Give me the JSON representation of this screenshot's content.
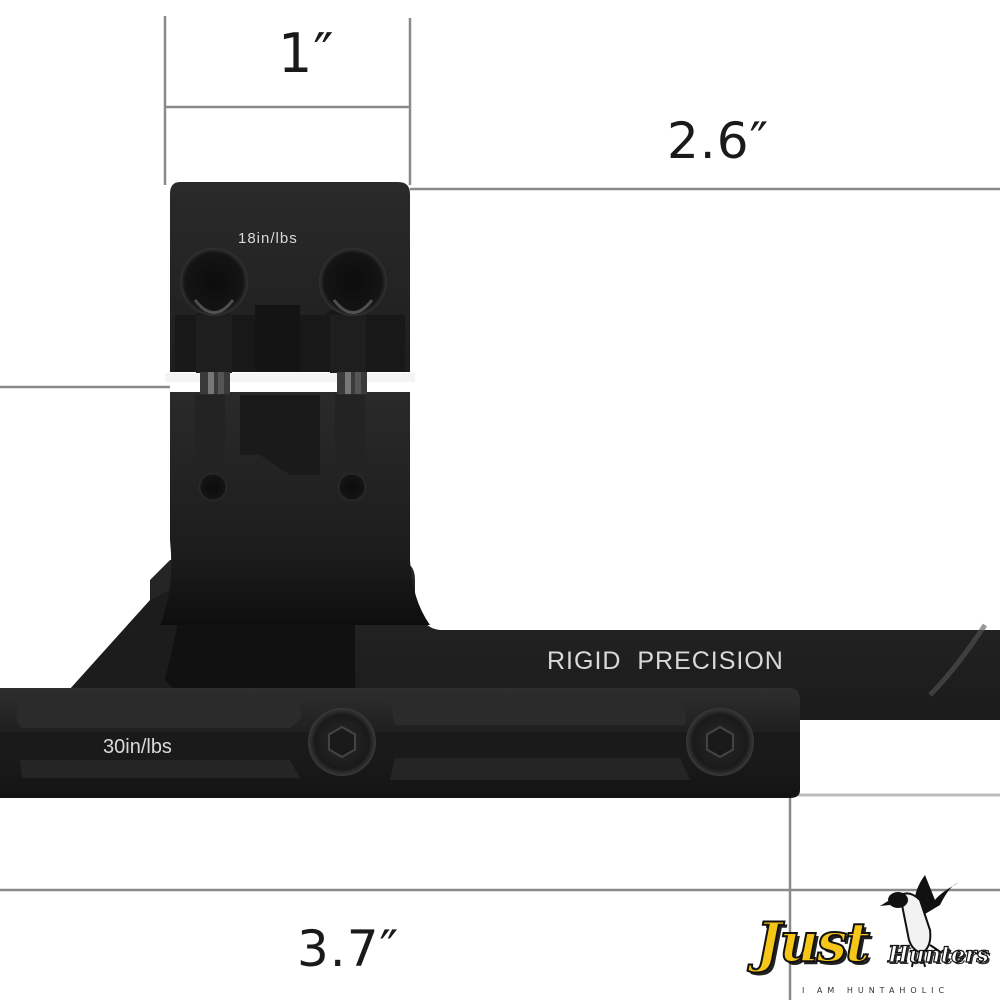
{
  "product": {
    "type": "cantilever scope mount",
    "ring_torque_label": "18in/lbs",
    "base_torque_label": "30in/lbs",
    "brand_engraving": "RIGID  PRECISION"
  },
  "dimensions": {
    "ring_width": "1″",
    "offset": "2.6″",
    "base_length": "3.7″"
  },
  "watermark": {
    "brand_primary": "Just",
    "brand_secondary": "Hunters",
    "tagline": "I AM HUNTAHOLIC",
    "icon": "flying-duck-icon",
    "accent_color": "#f5c518"
  },
  "colors": {
    "metal_dark": "#1b1b1b",
    "metal_mid": "#2c2c2c",
    "metal_highlight": "#4a4a4a",
    "dimension_line": "#8a8a8a",
    "background": "#ffffff"
  }
}
